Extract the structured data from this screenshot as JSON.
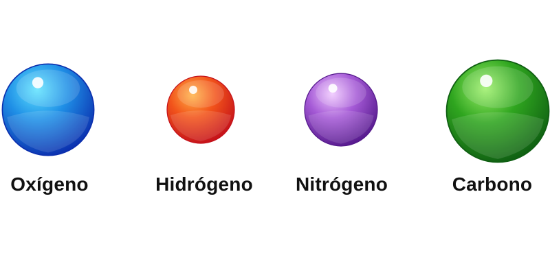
{
  "atoms": [
    {
      "label": "Oxígeno",
      "icon": "blue-sphere-icon",
      "color_light": "#5fe3ff",
      "color_mid": "#1f8fe6",
      "color_dark": "#0b2fae"
    },
    {
      "label": "Hidrógeno",
      "icon": "red-sphere-icon",
      "color_light": "#ffb347",
      "color_mid": "#f2541b",
      "color_dark": "#c4101a"
    },
    {
      "label": "Nitrógeno",
      "icon": "purple-sphere-icon",
      "color_light": "#f0c8ff",
      "color_mid": "#a55ad6",
      "color_dark": "#55198c"
    },
    {
      "label": "Carbono",
      "icon": "green-sphere-icon",
      "color_light": "#9df06a",
      "color_mid": "#2fa51f",
      "color_dark": "#0f5f12"
    }
  ]
}
